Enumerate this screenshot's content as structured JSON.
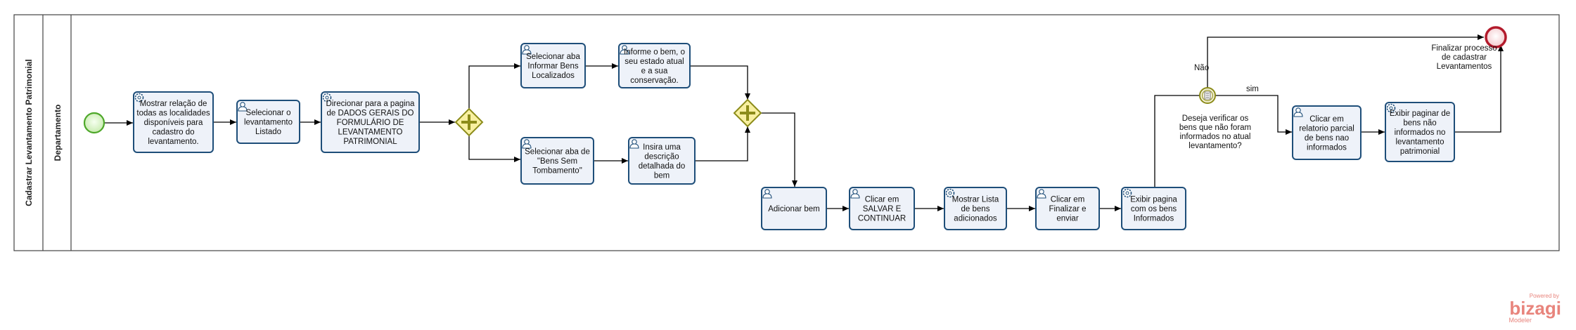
{
  "pool": {
    "label": "Cadastrar Levantamento Patrimonial"
  },
  "lane": {
    "label": "Departamento"
  },
  "tasks": [
    {
      "id": "t1",
      "kind": "service",
      "lines": [
        "Mostrar relação de",
        "todas as localidades",
        "disponíveis para",
        "cadastro do",
        "levantamento."
      ]
    },
    {
      "id": "t2",
      "kind": "user",
      "lines": [
        "Selecionar o",
        "levantamento",
        "Listado"
      ]
    },
    {
      "id": "t3",
      "kind": "service",
      "lines": [
        "Direcionar para a pagina",
        "de  DADOS  GERAIS DO",
        "FORMULÁRIO  DE",
        "LEVANTAMENTO",
        "PATRIMONIAL"
      ]
    },
    {
      "id": "t4",
      "kind": "user",
      "lines": [
        "Selecionar aba",
        "Informar Bens",
        "Localizados"
      ]
    },
    {
      "id": "t5",
      "kind": "user",
      "lines": [
        "Informe o bem, o",
        "seu estado atual",
        "e a sua",
        "conservação."
      ]
    },
    {
      "id": "t6",
      "kind": "user",
      "lines": [
        "Selecionar aba de",
        "\"Bens Sem",
        "Tombamento\""
      ]
    },
    {
      "id": "t7",
      "kind": "user",
      "lines": [
        "Insira uma",
        "descrição",
        "detalhada do",
        "bem"
      ]
    },
    {
      "id": "t8",
      "kind": "user",
      "lines": [
        "Adicionar bem"
      ]
    },
    {
      "id": "t9",
      "kind": "user",
      "lines": [
        "Clicar em",
        "SALVAR E",
        "CONTINUAR"
      ]
    },
    {
      "id": "t10",
      "kind": "service",
      "lines": [
        "Mostrar  Lista",
        "de bens",
        "adicionados"
      ]
    },
    {
      "id": "t11",
      "kind": "user",
      "lines": [
        "Clicar em",
        "Finalizar e",
        "enviar"
      ]
    },
    {
      "id": "t12",
      "kind": "service",
      "lines": [
        "Exibir pagina",
        "com os bens",
        "Informados"
      ]
    },
    {
      "id": "t13",
      "kind": "user",
      "lines": [
        "Clicar em",
        "relatorio parcial",
        "de bens nao",
        "informados"
      ]
    },
    {
      "id": "t14",
      "kind": "service",
      "lines": [
        "Exibir paginar  de",
        "bens não",
        "informados no",
        "levantamento",
        "patrimonial"
      ]
    }
  ],
  "decision": {
    "question": [
      "Deseja verificar os",
      "bens que não foram",
      "informados no atual",
      "levantamento?"
    ],
    "yes_label": "sim",
    "no_label": "Não"
  },
  "end_event": {
    "label": [
      "Finalizar processo",
      "de cadastrar",
      "Levantamentos"
    ]
  },
  "branding": {
    "powered": "Powered by",
    "name": "bizagi",
    "product": "Modeler"
  },
  "colors": {
    "task_fill": "#eef2f9",
    "task_stroke": "#1e4e79",
    "start_fill": "#dff5cf",
    "start_stroke": "#4ea82a",
    "end_stroke": "#b31b2c",
    "gateway_fill": "#f8f0a0",
    "gateway_stroke": "#8c8c1a",
    "brand": "#e8847c"
  }
}
